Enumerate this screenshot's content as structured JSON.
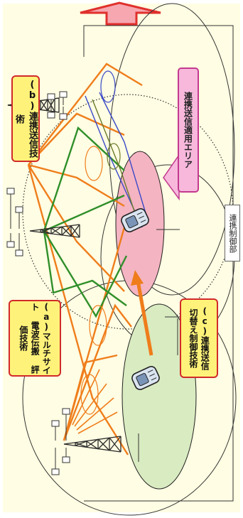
{
  "labels": {
    "tech_b": "(b)連携送信技術",
    "tech_a": "(a)マルチサイト 電波伝搬 評価技術",
    "tech_c": "(c)連携送信 切替え制御技術",
    "area": "連携送信適用エリア",
    "controller": "連携制御部"
  },
  "colors": {
    "background": "#fffde3",
    "label_fill": "#fff27a",
    "label_border": "#d12a2a",
    "callout_fill": "#f7b8dc",
    "callout_border": "#c23a8f",
    "active_cell": "#f4b4c2",
    "handover_cell": "#d9ebc1",
    "arrow_red": "#e0302c",
    "arrow_pink": "#f6a7b0",
    "beam_orange": "#ef7d1b",
    "beam_green": "#2f8f2a",
    "beam_blue": "#3b49c8",
    "tower": "#2a2a2a"
  },
  "icons": {
    "top_arrow": "up-arrow-icon",
    "phone": "mobile-phone-icon",
    "tower": "cell-tower-icon",
    "antenna": "antenna-unit-icon"
  }
}
